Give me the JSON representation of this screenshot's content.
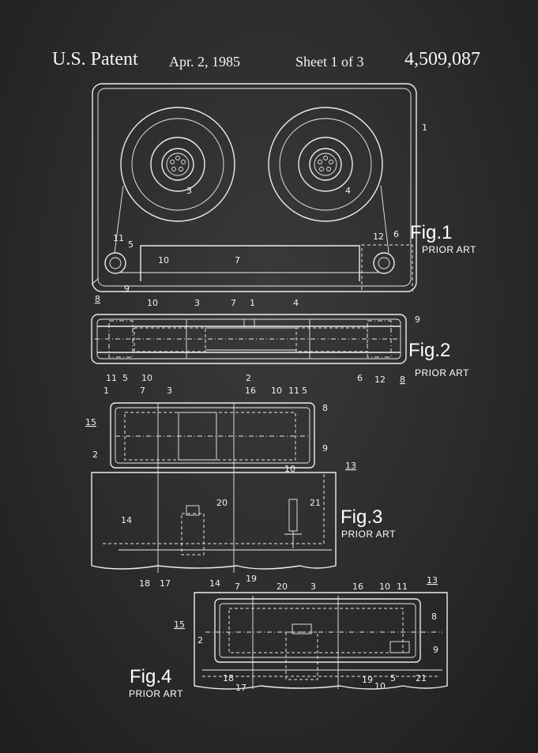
{
  "header": {
    "patent": "U.S. Patent",
    "date": "Apr. 2, 1985",
    "sheet": "Sheet 1 of 3",
    "number": "4,509,087"
  },
  "figures": {
    "fig1": {
      "label": "Fig.1",
      "note": "PRIOR ART"
    },
    "fig2": {
      "label": "Fig.2",
      "note": "PRIOR ART"
    },
    "fig3": {
      "label": "Fig.3",
      "note": "PRIOR ART"
    },
    "fig4": {
      "label": "Fig.4",
      "note": "PRIOR ART"
    }
  },
  "refs": {
    "fig1": [
      "1",
      "3",
      "4",
      "11",
      "5",
      "12",
      "6",
      "10",
      "7",
      "9",
      "8"
    ],
    "fig2": [
      "10",
      "3",
      "7",
      "1",
      "4",
      "9",
      "11",
      "5",
      "10",
      "2",
      "6",
      "12",
      "8"
    ],
    "fig3": [
      "1",
      "7",
      "3",
      "16",
      "10",
      "11",
      "5",
      "8",
      "15",
      "2",
      "9",
      "10",
      "13",
      "20",
      "21",
      "14",
      "18",
      "17",
      "19"
    ],
    "fig4": [
      "14",
      "7",
      "20",
      "3",
      "16",
      "10",
      "11",
      "13",
      "8",
      "15",
      "2",
      "9",
      "18",
      "17",
      "19",
      "10",
      "5",
      "21"
    ]
  },
  "colors": {
    "background": "#2b2b2b",
    "ink": "#ececec"
  }
}
